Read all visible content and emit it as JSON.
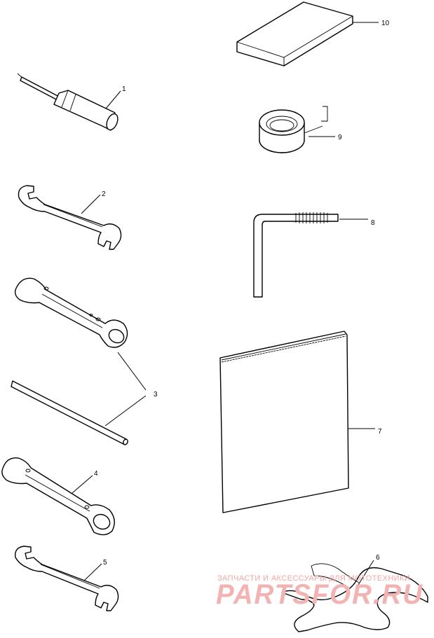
{
  "parts": [
    {
      "id": "1",
      "label": "1",
      "icon": "screwdriver-icon"
    },
    {
      "id": "2",
      "label": "2",
      "icon": "open-end-wrench-icon"
    },
    {
      "id": "3",
      "label": "3",
      "icon": "spark-plug-socket-wrench-with-tommy-bar-icon"
    },
    {
      "id": "4",
      "label": "4",
      "icon": "box-wrench-icon"
    },
    {
      "id": "5",
      "label": "5",
      "icon": "open-end-wrench-icon"
    },
    {
      "id": "6",
      "label": "6",
      "icon": "hook-spanner-icon"
    },
    {
      "id": "7",
      "label": "7",
      "icon": "owners-manual-icon"
    },
    {
      "id": "8",
      "label": "8",
      "icon": "hex-key-icon"
    },
    {
      "id": "9",
      "label": "9",
      "icon": "tape-roll-icon"
    },
    {
      "id": "10",
      "label": "10",
      "icon": "tool-bag-icon"
    }
  ],
  "watermark": {
    "caption": "ЗАПЧАСТИ И АКСЕССУАРЫ ДЛЯ МОТОТЕХНИКИ",
    "brand": "PARTSFOR.RU",
    "color": "#f2a5a5"
  }
}
